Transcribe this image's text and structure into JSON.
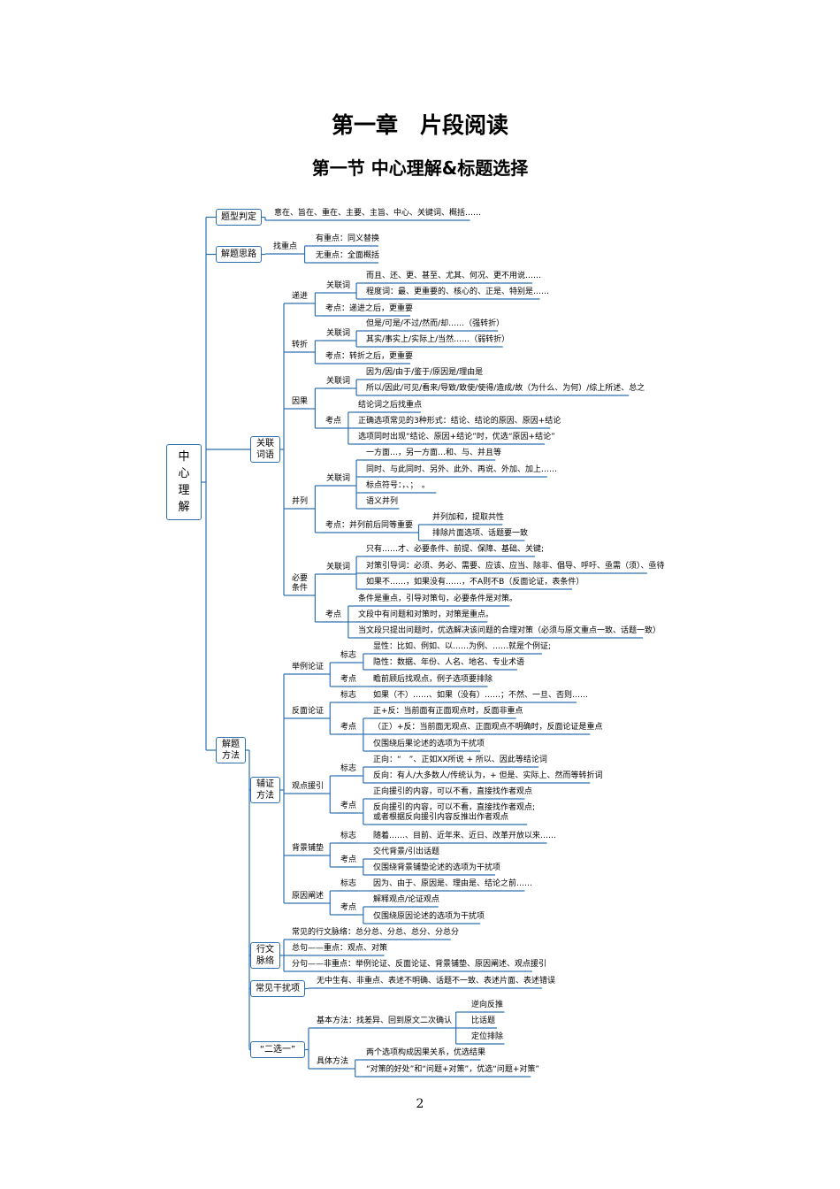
{
  "chapter_title": "第一章　片段阅读",
  "section_title": "第一节  中心理解&标题选择",
  "page_number": "2",
  "colors": {
    "line": "#2e6fb0",
    "box_border": "#2e6fb0"
  },
  "nodes": [
    {
      "id": "root",
      "text": "中\n心\n理\n解"
    },
    {
      "id": "tixing",
      "text": "题型判定"
    },
    {
      "id": "tixing_c",
      "text": "意在、旨在、重在、主要、主旨、中心、关键词、概括……"
    },
    {
      "id": "jieti",
      "text": "解题思路"
    },
    {
      "id": "zhao",
      "text": "找重点"
    },
    {
      "id": "you",
      "text": "有重点：同义替换"
    },
    {
      "id": "wu",
      "text": "无重点：全面概括"
    },
    {
      "id": "guanlian",
      "text": "关联\n词语"
    },
    {
      "id": "dijin",
      "text": "递进"
    },
    {
      "id": "dj_gl",
      "text": "关联词"
    },
    {
      "id": "dj_1",
      "text": "而且、还、更、甚至、尤其、何况、更不用说……"
    },
    {
      "id": "dj_2",
      "text": "程度词：最、更重要的、核心的、正是、特别是……"
    },
    {
      "id": "dj_kd",
      "text": "考点：递进之后，更重要"
    },
    {
      "id": "zhuanzhe",
      "text": "转折"
    },
    {
      "id": "zz_gl",
      "text": "关联词"
    },
    {
      "id": "zz_1",
      "text": "但是/可是/不过/然而/却……（强转折）"
    },
    {
      "id": "zz_2",
      "text": "其实/事实上/实际上/当然……（弱转折）"
    },
    {
      "id": "zz_kd",
      "text": "考点：转折之后，更重要"
    },
    {
      "id": "yinguo",
      "text": "因果"
    },
    {
      "id": "yg_gl",
      "text": "关联词"
    },
    {
      "id": "yg_1",
      "text": "因为/因/由于/鉴于/原因是/理由是"
    },
    {
      "id": "yg_2",
      "text": "所以/因此/可见/看来/导致/致使/使得/造成/故（为什么、为何）/综上所述、总之"
    },
    {
      "id": "yg_kd",
      "text": "考点"
    },
    {
      "id": "yg_k1",
      "text": "结论词之后找重点"
    },
    {
      "id": "yg_k2",
      "text": "正确选项常见的3种形式：结论、结论的原因、原因+结论"
    },
    {
      "id": "yg_k3",
      "text": "选项同时出现“结论、原因+结论”时，优选“原因+结论”"
    },
    {
      "id": "binglie",
      "text": "并列"
    },
    {
      "id": "bl_gl",
      "text": "关联词"
    },
    {
      "id": "bl_1",
      "text": "一方面…，另一方面…和、与、并且等"
    },
    {
      "id": "bl_2",
      "text": "同时、与此同时、另外、此外、再说、外加、加上……"
    },
    {
      "id": "bl_3",
      "text": "标点符号：，、；　。"
    },
    {
      "id": "bl_4",
      "text": "语义并列"
    },
    {
      "id": "bl_kd",
      "text": "考点：并列前后同等重要"
    },
    {
      "id": "bl_k1",
      "text": "并列加和，提取共性"
    },
    {
      "id": "bl_k2",
      "text": "排除片面选项、话题要一致"
    },
    {
      "id": "biyao",
      "text": "必要\n条件"
    },
    {
      "id": "by_gl",
      "text": "关联词"
    },
    {
      "id": "by_1",
      "text": "只有……才、必要条件、前提、保障、基础、关键;"
    },
    {
      "id": "by_2",
      "text": "对策引导词：必须、务必、需要、应该、应当、除非、倡导、呼吁、亟需（须）、亟待"
    },
    {
      "id": "by_3",
      "text": "如果不……，如果没有……，不A则不B（反面论证，表条件）"
    },
    {
      "id": "by_kd",
      "text": "考点"
    },
    {
      "id": "by_k1",
      "text": "条件是重点，引导对策句，必要条件是对策。"
    },
    {
      "id": "by_k2",
      "text": "文段中有问题和对策时，对策是重点。"
    },
    {
      "id": "by_k3",
      "text": "当文段只提出问题时，优选解决该问题的合理对策（必须与原文重点一致、话题一致）"
    },
    {
      "id": "jietifa",
      "text": "解题\n方法"
    },
    {
      "id": "fuzheng",
      "text": "辅证\n方法"
    },
    {
      "id": "jvli",
      "text": "举例论证"
    },
    {
      "id": "jl_bz",
      "text": "标志"
    },
    {
      "id": "jl_1",
      "text": "显性：比如、例如、以……为例、……就是个例证;"
    },
    {
      "id": "jl_2",
      "text": "隐性：数据、年份、人名、地名、专业术语"
    },
    {
      "id": "jl_kd",
      "text": "考点"
    },
    {
      "id": "jl_k1",
      "text": "瞻前顾后找观点，例子选项要排除"
    },
    {
      "id": "fanmian",
      "text": "反面论证"
    },
    {
      "id": "fm_bz",
      "text": "标志"
    },
    {
      "id": "fm_1",
      "text": "如果（不）……、如果（没有）……；不然、一旦、否则……"
    },
    {
      "id": "fm_kd",
      "text": "考点"
    },
    {
      "id": "fm_k1",
      "text": "正+反：当前面有正面观点时，反面非重点"
    },
    {
      "id": "fm_k2",
      "text": "（正）+反：当前面无观点、正面观点不明确时，反面论证是重点"
    },
    {
      "id": "fm_k3",
      "text": "仅围绕后果论述的选项为干扰项"
    },
    {
      "id": "guandian",
      "text": "观点援引"
    },
    {
      "id": "gd_bz",
      "text": "标志"
    },
    {
      "id": "gd_1",
      "text": "正向：“　”、正如XX所说 + 所以、因此等结论词"
    },
    {
      "id": "gd_2",
      "text": "反向：有人/大多数人/传统认为，+ 但是、实际上、然而等转折词"
    },
    {
      "id": "gd_kd",
      "text": "考点"
    },
    {
      "id": "gd_k1",
      "text": "正向援引的内容，可以不看，直接找作者观点"
    },
    {
      "id": "gd_k2",
      "text": "反向援引的内容，可以不看，直接找作者观点;\n或者根据反向援引内容反推出作者观点"
    },
    {
      "id": "beijing",
      "text": "背景铺垫"
    },
    {
      "id": "bj_bz",
      "text": "标志"
    },
    {
      "id": "bj_1",
      "text": "随着……、目前、近年来、近日、改革开放以来……"
    },
    {
      "id": "bj_kd",
      "text": "考点"
    },
    {
      "id": "bj_k1",
      "text": "交代背景/引出话题"
    },
    {
      "id": "bj_k2",
      "text": "仅围绕背景铺垫论述的选项为干扰项"
    },
    {
      "id": "yuanyin",
      "text": "原因阐述"
    },
    {
      "id": "yy_bz",
      "text": "标志"
    },
    {
      "id": "yy_1",
      "text": "因为、由于、原因是、理由是、结论之前……"
    },
    {
      "id": "yy_kd",
      "text": "考点"
    },
    {
      "id": "yy_k1",
      "text": "解释观点/论证观点"
    },
    {
      "id": "yy_k2",
      "text": "仅围绕原因论述的选项为干扰项"
    },
    {
      "id": "xingwen",
      "text": "行文\n脉络"
    },
    {
      "id": "xw_1",
      "text": "常见的行文脉络：总分总、分总、总分、分总分"
    },
    {
      "id": "xw_2",
      "text": "总句——重点：观点、对策"
    },
    {
      "id": "xw_3",
      "text": "分句——非重点：举例论证、反面论证、背景铺垫、原因阐述、观点援引"
    },
    {
      "id": "changjian",
      "text": "常见干扰项"
    },
    {
      "id": "cj_1",
      "text": "无中生有、非重点、表述不明确、话题不一致、表述片面、表述错误"
    },
    {
      "id": "erxuan",
      "text": "“二选一”"
    },
    {
      "id": "ex_jb",
      "text": "基本方法：找差异、回到原文二次确认"
    },
    {
      "id": "ex_jb1",
      "text": "逆向反推"
    },
    {
      "id": "ex_jb2",
      "text": "比话题"
    },
    {
      "id": "ex_jb3",
      "text": "定位排除"
    },
    {
      "id": "ex_jt",
      "text": "具体方法"
    },
    {
      "id": "ex_jt1",
      "text": "两个选项构成因果关系，优选结果"
    },
    {
      "id": "ex_jt2",
      "text": "“对策的好处”和“问题+对策”，优选“问题+对策”"
    }
  ]
}
